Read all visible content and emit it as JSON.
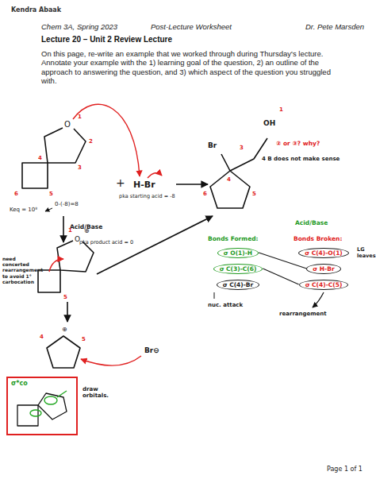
{
  "diagram": {
    "title": "Lecture 20 – Unit 2 Review Lecture",
    "nodes": [
      {
        "text": [
          "σ O(1)-H"
        ]
      },
      {
        "text": [
          "σ C(3)-C(6)"
        ]
      },
      {
        "text": [
          "σ C(4)-Br"
        ]
      },
      {
        "text": [
          "σ C(4)-O(1)"
        ]
      },
      {
        "text": [
          "σ H-Br"
        ]
      },
      {
        "text": [
          "σ C(4)-C(5)"
        ]
      },
      {
        "text": [
          "σ*co"
        ]
      }
    ],
    "edges": [
      {
        "from": 4,
        "to": 0,
        "arrow": "none"
      },
      {
        "from": 5,
        "to": 1,
        "arrow": "none"
      }
    ],
    "labels": [
      "Kendra Abaak",
      "Chem 3A, Spring 2023",
      "Post-Lecture Worksheet",
      "Dr. Pete Marsden",
      "On this page, re-write an example that we worked through during Thursday's lecture. Annotate your example with the 1) learning goal of the question, 2) an outline of the approach to answering the question, and 3) which aspect of the question you struggled with.",
      "O",
      "+",
      "H-Br",
      "pka starting acid = -8",
      "Keq = 10⁸",
      "0-(-8)=8",
      "Acid/Base",
      "pka product acid = 0",
      "need concerted rearrangement to avoid 1° carbocation",
      "Br⊖",
      "draw orbitals.",
      "Br",
      "OH",
      "② or ③? why?",
      "4 B does not make sense",
      "Acid/Base",
      "Bonds Formed:",
      "Bonds Broken:",
      "LG leaves",
      "nuc. attack",
      "rearrangement",
      "Page 1 of 1",
      "1",
      "2",
      "3",
      "4",
      "5",
      "6",
      "O",
      "⊕",
      "1",
      "5",
      "⊕",
      "4",
      "5",
      "1",
      "3",
      "4",
      "5",
      "6"
    ]
  }
}
